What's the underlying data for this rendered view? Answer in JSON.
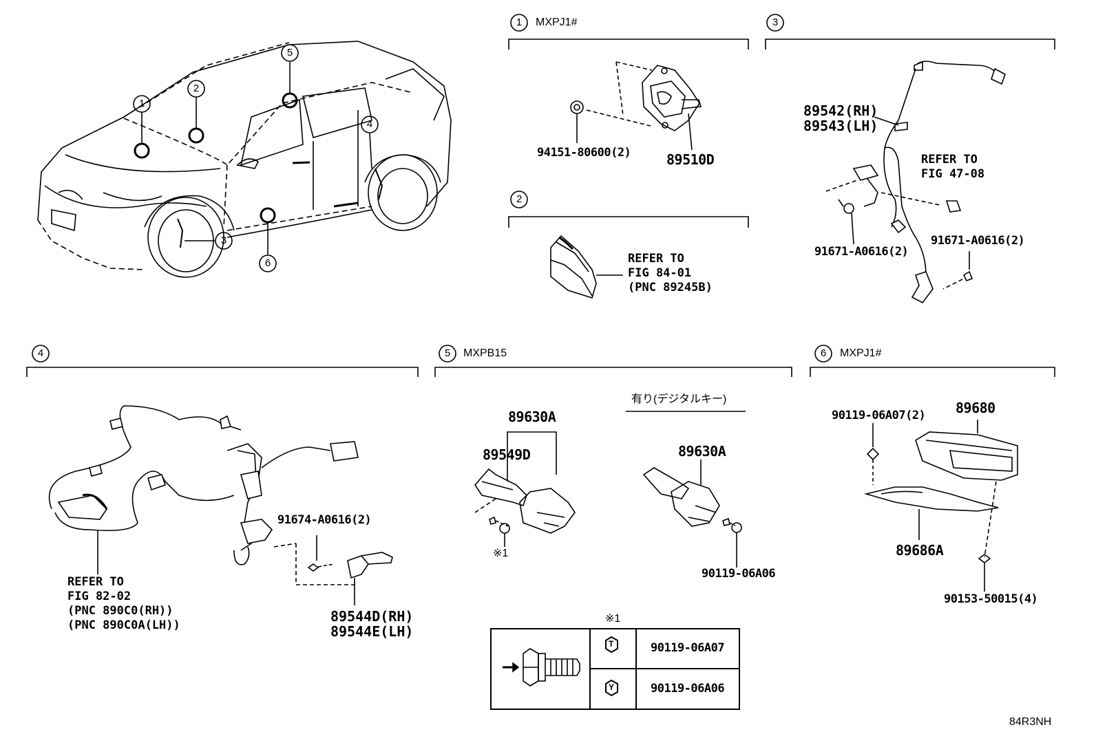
{
  "callouts": [
    "1",
    "2",
    "3",
    "4",
    "5",
    "6"
  ],
  "sections": {
    "s1": {
      "num": "1",
      "model": "MXPJ1#",
      "parts": {
        "sensor": "89510D",
        "bolt": "94151-80600(2)"
      }
    },
    "s2": {
      "num": "2",
      "ref": "REFER TO\nFIG 84-01\n(PNC 89245B)"
    },
    "s3": {
      "num": "3",
      "harness": "89542(RH)\n89543(LH)",
      "ref": "REFER TO\nFIG 47-08",
      "bolt_a": "91671-A0616(2)",
      "bolt_b": "91671-A0616(2)"
    },
    "s4": {
      "num": "4",
      "ref": "REFER TO\nFIG 82-02\n(PNC 890C0(RH))\n(PNC 890C0A(LH))",
      "bolt": "91674-A0616(2)",
      "sensor": "89544D(RH)\n89544E(LH)"
    },
    "s5": {
      "num": "5",
      "model": "MXPB15",
      "assy": "89630A",
      "sub": "89549D",
      "note_mark": "※1",
      "option_label": "有り(デジタルキー)",
      "assy2": "89630A",
      "bolt": "90119-06A06"
    },
    "s6": {
      "num": "6",
      "model": "MXPJ1#",
      "bolt": "90119-06A07(2)",
      "ecu": "89680",
      "bracket": "89686A",
      "screw": "90153-50015(4)"
    }
  },
  "note_table": {
    "title": "※1",
    "rows": [
      {
        "mark": "T",
        "part": "90119-06A07"
      },
      {
        "mark": "Y",
        "part": "90119-06A06"
      }
    ]
  },
  "figure_code": "84R3NH"
}
